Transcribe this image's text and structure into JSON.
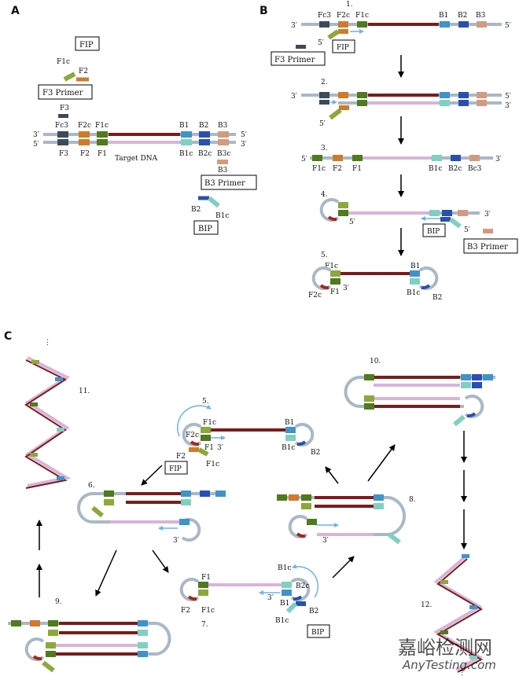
{
  "panels": {
    "a": "A",
    "b": "B",
    "c": "C"
  },
  "labels": {
    "fip": "FIP",
    "bip": "BIP",
    "f3_primer": "F3 Primer",
    "b3_primer": "B3 Primer",
    "target_dna": "Target DNA",
    "f1c": "F1c",
    "f2": "F2",
    "f3": "F3",
    "fc3": "Fc3",
    "f2c": "F2c",
    "f1": "F1",
    "b1": "B1",
    "b2": "B2",
    "b3": "B3",
    "b1c": "B1c",
    "b2c": "B2c",
    "b3c": "B3c",
    "bc3": "Bc3",
    "p3": "3′",
    "p5": "5′"
  },
  "steps": {
    "s1": "1.",
    "s2": "2.",
    "s3": "3.",
    "s4": "4.",
    "s5": "5.",
    "s6": "6.",
    "s7": "7.",
    "s8": "8.",
    "s9": "9.",
    "s10": "10.",
    "s11": "11.",
    "s12": "12.",
    "dots": "⋮"
  },
  "watermark": {
    "cn": "嘉峪检测网",
    "en": "AnyTesting.com"
  },
  "colors": {
    "backbone": "#a9b8c6",
    "target": "#7a1c1c",
    "pink": "#d8b4d8",
    "f3": "#3c4b5a",
    "f2": "#d07a2a",
    "f1": "#4f7a1e",
    "f1c": "#8ca83a",
    "b1": "#3f93c9",
    "b1c": "#7fd0c2",
    "b2": "#2950b0",
    "b3": "#d49a80",
    "arrow_blue": "#6ab4e8",
    "loop_red": "#a2281e"
  }
}
